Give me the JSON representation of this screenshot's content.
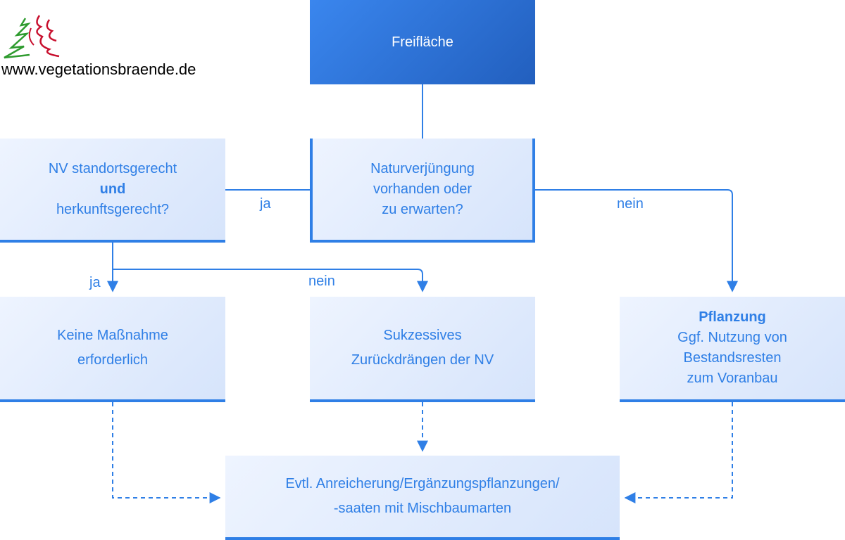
{
  "logo": {
    "url_text": "www.vegetationsbraende.de",
    "icon": "tree-and-flame-logo",
    "colors": {
      "tree": "#2e9b2e",
      "flame": "#c8102e"
    }
  },
  "colors": {
    "accent": "#2f7fe6",
    "top_box_start": "#3a86ee",
    "top_box_end": "#225fbe",
    "box_start": "#eef4ff",
    "box_end": "#d6e4fb"
  },
  "nodes": {
    "freiflaeche": {
      "line1": "Freifläche"
    },
    "nv_check": {
      "line1": "Naturverjüngung",
      "line2": "vorhanden oder",
      "line3": "zu erwarten?"
    },
    "standort_check": {
      "line1": "NV standortsgerecht",
      "line2": "und",
      "line3": "herkunftsgerecht?"
    },
    "keine_massnahme": {
      "line1": "Keine Maßnahme",
      "line2": "erforderlich"
    },
    "sukzessiv": {
      "line1": "Sukzessives",
      "line2": "Zurückdrängen der NV"
    },
    "pflanzung": {
      "line1": "Pflanzung",
      "line2": "Ggf. Nutzung von",
      "line3": "Bestandsresten",
      "line4": "zum Voranbau"
    },
    "anreicherung": {
      "line1": "Evtl. Anreicherung/Ergänzungspflanzungen/",
      "line2": "-saaten mit Mischbaumarten"
    }
  },
  "edge_labels": {
    "nv_to_standort": "ja",
    "nv_to_pflanzung": "nein",
    "standort_to_keine": "ja",
    "standort_to_sukzessiv": "nein"
  }
}
